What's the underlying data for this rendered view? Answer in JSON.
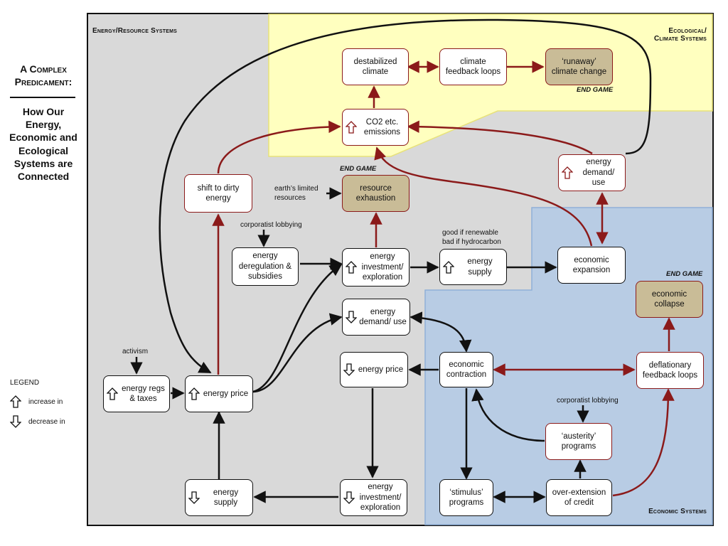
{
  "title": "A Complex Predicament:",
  "subtitle": "How Our Energy, Economic and Ecological Systems are Connected",
  "regions": {
    "energy": "Energy/Resource Systems",
    "ecological_line1": "Ecological/",
    "ecological_line2": "Climate Systems",
    "economic": "Economic Systems"
  },
  "end_game": "END GAME",
  "nodes": {
    "destabilized_climate": "destabilized climate",
    "climate_feedback": "climate feedback loops",
    "runaway_climate": "‘runaway’ climate change",
    "co2_emissions": "CO2 etc. emissions",
    "shift_dirty": "shift to dirty energy",
    "resource_exhaustion": "resource exhaustion",
    "energy_demand_up": "energy demand/ use",
    "energy_dereg": "energy deregulation & subsidies",
    "energy_invest_up": "energy investment/ exploration",
    "energy_supply_up": "energy supply",
    "economic_expansion": "economic expansion",
    "economic_collapse": "economic collapse",
    "energy_demand_down": "energy demand/ use",
    "energy_price_down": "energy price",
    "economic_contraction": "economic contraction",
    "deflationary": "deflationary feedback loops",
    "energy_regs": "energy regs & taxes",
    "energy_price_up": "energy price",
    "austerity": "‘austerity’ programs",
    "energy_supply_down": "energy supply",
    "energy_invest_down": "energy investment/ exploration",
    "stimulus": "‘stimulus’ programs",
    "overextension": "over-extension of credit"
  },
  "annotations": {
    "earths_resources": "earth’s limited resources",
    "lobbying_top": "corporatist lobbying",
    "lobbying_bottom": "corporatist lobbying",
    "renewable_line1": "good if renewable",
    "renewable_line2": "bad if hydrocarbon",
    "activism": "activism"
  },
  "legend": {
    "title": "LEGEND",
    "increase": "increase in",
    "decrease": "decrease in"
  },
  "colors": {
    "energy_bg": "#d9d9d9",
    "ecological_bg": "#ffffbf",
    "ecological_border": "#e8e27a",
    "economic_bg": "#b8cce4",
    "economic_border": "#8fb0d8",
    "end_game_fill": "#c9bc97",
    "red_arrow": "#8b1a1a",
    "black_arrow": "#111111"
  }
}
